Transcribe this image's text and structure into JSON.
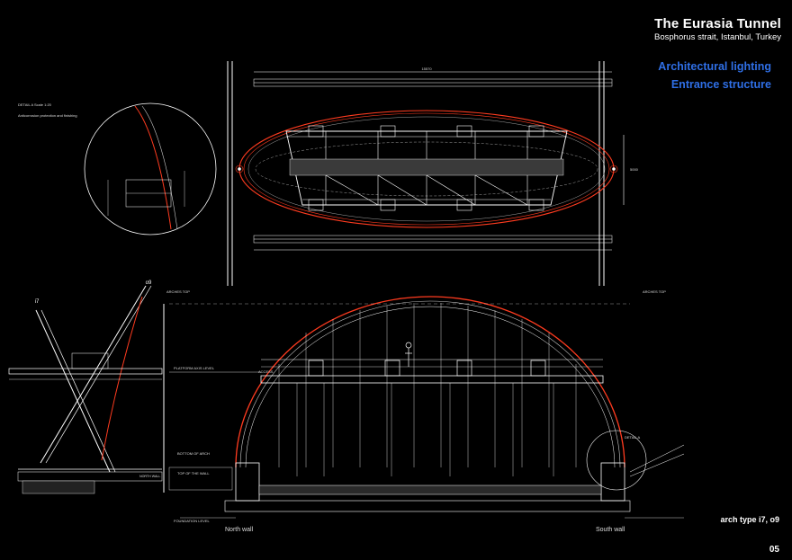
{
  "header": {
    "title": "The Eurasia Tunnel",
    "location": "Bosphorus strait, Istanbul, Turkey",
    "subtitle1": "Architectural lighting",
    "subtitle2": "Entrance structure"
  },
  "footer": {
    "arch_type": "arch type i7, o9",
    "page_number": "05"
  },
  "labels": {
    "north_wall": "North wall",
    "south_wall": "South wall",
    "detail_a": "DETAIL A",
    "detail_a_title": "DETAIL A    Scale 1:20",
    "corrosion": "Anticorrosion protection and finishing",
    "i7": "i7",
    "o9": "o9",
    "north_wall_side": "NORTH WALL",
    "arches_top_left": "ARCHES TOP",
    "arches_top_right": "ARCHES TOP",
    "platform_axis": "PLATFORM AXIS LEVEL",
    "access": "ACCESS",
    "bottom_of_arch": "BOTTOM OF ARCH",
    "top_of_wall": "TOP OF THE WALL",
    "foundation_level": "FOUNDATION LEVEL",
    "dim_total": "15570",
    "dim_height": "5000"
  },
  "colors": {
    "accent_blue": "#2f6fe6",
    "arch_red": "#ff3b1f",
    "line_white": "#ffffff"
  }
}
